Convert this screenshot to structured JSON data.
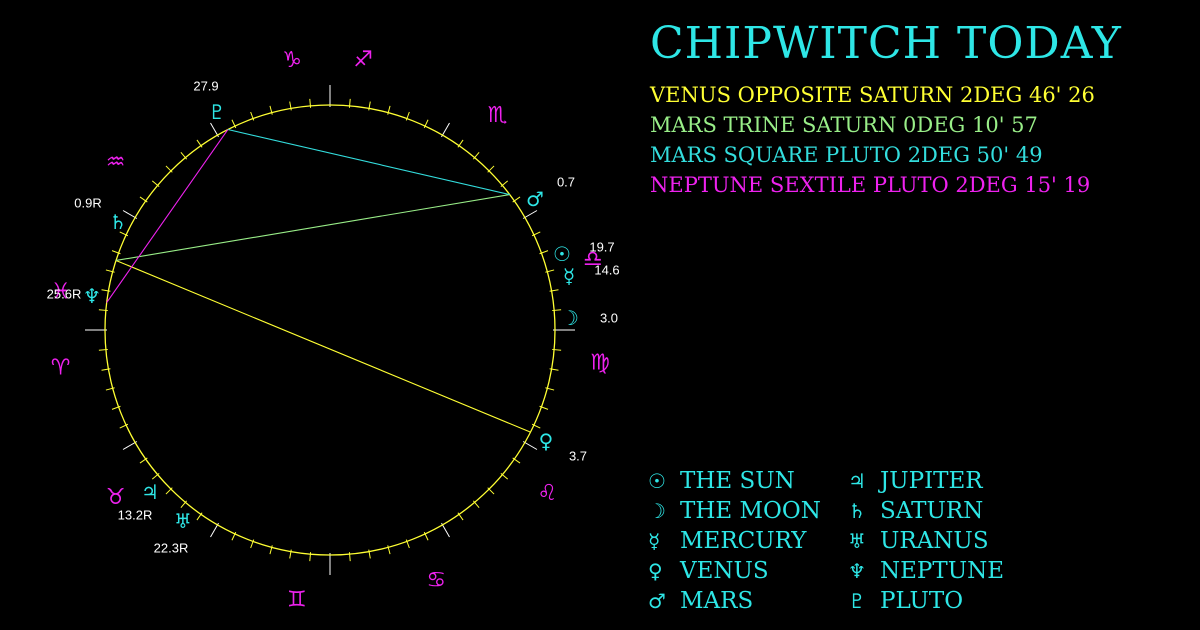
{
  "title": "Chipwitch Today",
  "aspects": [
    {
      "text": "Venus opposite Saturn 2deg 46' 26",
      "color": "#ffff33"
    },
    {
      "text": "Mars trine Saturn 0deg 10' 57",
      "color": "#99ee88"
    },
    {
      "text": "Mars square Pluto 2deg 50' 49",
      "color": "#33dddd"
    },
    {
      "text": "Neptune sextile Pluto 2deg 15' 19",
      "color": "#ee22ee"
    }
  ],
  "legend": [
    {
      "glyph": "☉",
      "label": "The Sun",
      "icon": "sun-icon"
    },
    {
      "glyph": "☽",
      "label": "The Moon",
      "icon": "moon-icon"
    },
    {
      "glyph": "☿",
      "label": "Mercury",
      "icon": "mercury-icon"
    },
    {
      "glyph": "♀",
      "label": "Venus",
      "icon": "venus-icon"
    },
    {
      "glyph": "♂",
      "label": "Mars",
      "icon": "mars-icon"
    },
    {
      "glyph": "♃",
      "label": "Jupiter",
      "icon": "jupiter-icon"
    },
    {
      "glyph": "♄",
      "label": "Saturn",
      "icon": "saturn-icon"
    },
    {
      "glyph": "♅",
      "label": "Uranus",
      "icon": "uranus-icon"
    },
    {
      "glyph": "♆",
      "label": "Neptune",
      "icon": "neptune-icon"
    },
    {
      "glyph": "♇",
      "label": "Pluto",
      "icon": "pluto-icon"
    }
  ],
  "colors": {
    "wheel": "#ffff33",
    "planet": "#2ee6e6",
    "sign": "#ee22ee",
    "label": "#ffffff"
  },
  "signs": [
    {
      "glyph": "♈",
      "name": "aries-icon"
    },
    {
      "glyph": "♉",
      "name": "taurus-icon"
    },
    {
      "glyph": "♊",
      "name": "gemini-icon"
    },
    {
      "glyph": "♋",
      "name": "cancer-icon"
    },
    {
      "glyph": "♌",
      "name": "leo-icon"
    },
    {
      "glyph": "♍",
      "name": "virgo-icon"
    },
    {
      "glyph": "♎",
      "name": "libra-icon"
    },
    {
      "glyph": "♏",
      "name": "scorpio-icon"
    },
    {
      "glyph": "♐",
      "name": "sagittarius-icon"
    },
    {
      "glyph": "♑",
      "name": "capricorn-icon"
    },
    {
      "glyph": "♒",
      "name": "aquarius-icon"
    },
    {
      "glyph": "♓",
      "name": "pisces-icon"
    }
  ],
  "planets": [
    {
      "key": "sun",
      "glyph": "☉",
      "label": "19.7"
    },
    {
      "key": "moon",
      "glyph": "☽",
      "label": "3.0"
    },
    {
      "key": "mercury",
      "glyph": "☿",
      "label": "14.6"
    },
    {
      "key": "venus",
      "glyph": "♀",
      "label": "3.7"
    },
    {
      "key": "mars",
      "glyph": "♂",
      "label": "0.7"
    },
    {
      "key": "jupiter",
      "glyph": "♃",
      "label": "13.2R"
    },
    {
      "key": "saturn",
      "glyph": "♄",
      "label": "0.9R"
    },
    {
      "key": "uranus",
      "glyph": "♅",
      "label": "22.3R"
    },
    {
      "key": "neptune",
      "glyph": "♆",
      "label": "25.6R"
    },
    {
      "key": "pluto",
      "glyph": "♇",
      "label": "27.9"
    }
  ],
  "aspect_lines": [
    {
      "from": "venus",
      "to": "saturn",
      "color": "#ffff33"
    },
    {
      "from": "mars",
      "to": "saturn",
      "color": "#99ee88"
    },
    {
      "from": "mars",
      "to": "pluto",
      "color": "#33dddd"
    },
    {
      "from": "neptune",
      "to": "pluto",
      "color": "#ee22ee"
    }
  ]
}
